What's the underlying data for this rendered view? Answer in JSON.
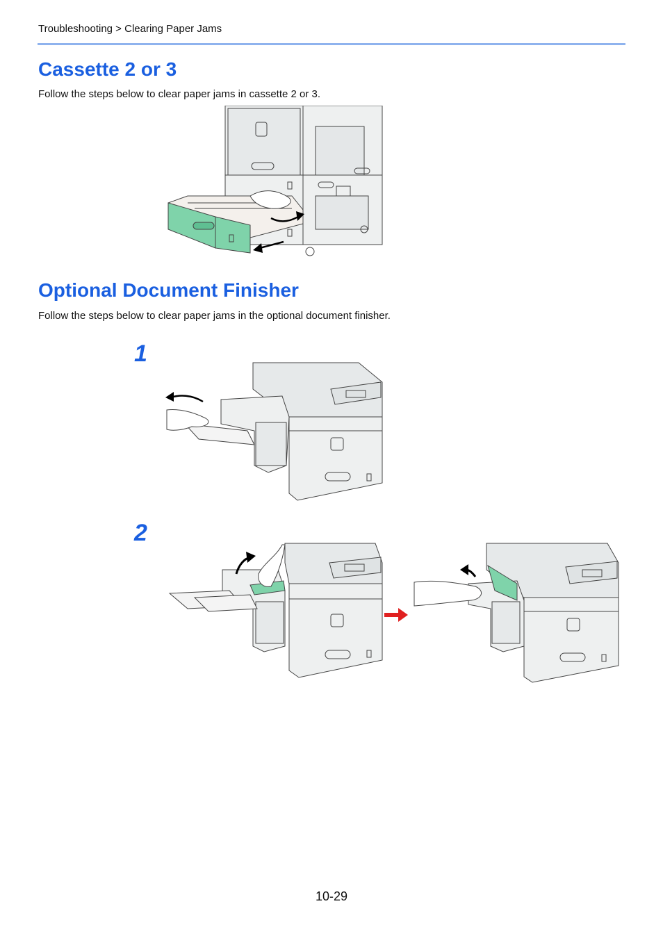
{
  "header": {
    "breadcrumb": "Troubleshooting > Clearing Paper Jams"
  },
  "sections": [
    {
      "title": "Cassette 2 or 3",
      "intro": "Follow the steps below to clear paper jams in cassette 2 or 3."
    },
    {
      "title": "Optional Document Finisher",
      "intro": "Follow the steps below to clear paper jams in the optional document finisher.",
      "steps": [
        {
          "number": "1"
        },
        {
          "number": "2"
        }
      ]
    }
  ],
  "colors": {
    "heading": "#1a5fe0",
    "rule": "#8fb3ee",
    "cassette": "#7fd3aa",
    "arrow_red": "#e02020"
  },
  "footer": {
    "page_number": "10-29"
  }
}
